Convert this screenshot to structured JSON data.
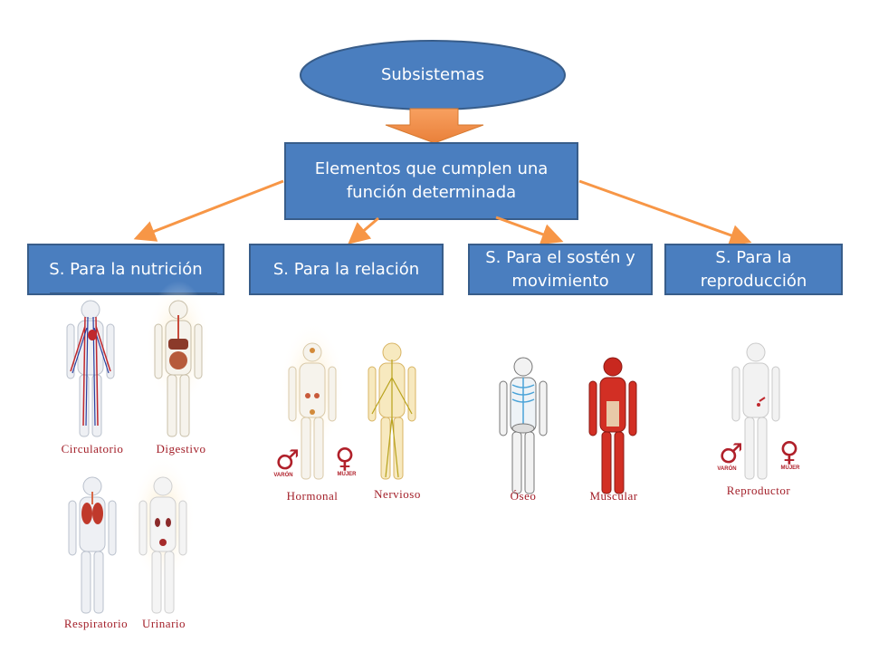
{
  "root": {
    "label": "Subsistemas"
  },
  "definition": {
    "label": "Elementos que cumplen una función determinada"
  },
  "categories": [
    {
      "label": "S. Para la nutrición"
    },
    {
      "label": "S. Para la relación"
    },
    {
      "label": "S. Para el sostén y movimiento"
    },
    {
      "label": "S. Para la reproducción"
    }
  ],
  "systems": {
    "circulatorio": "Circulatorio",
    "digestivo": "Digestivo",
    "respiratorio": "Respiratorio",
    "urinario": "Urinario",
    "hormonal": "Hormonal",
    "nervioso": "Nervioso",
    "oseo": "Óseo",
    "muscular": "Muscular",
    "reproductor": "Reproductor"
  },
  "gender": {
    "male": "VARÓN",
    "female": "MUJER"
  },
  "colors": {
    "box_fill": "#4a7ebf",
    "box_stroke": "#385d8a",
    "arrow": "#f79646",
    "caption": "#a3202a"
  }
}
